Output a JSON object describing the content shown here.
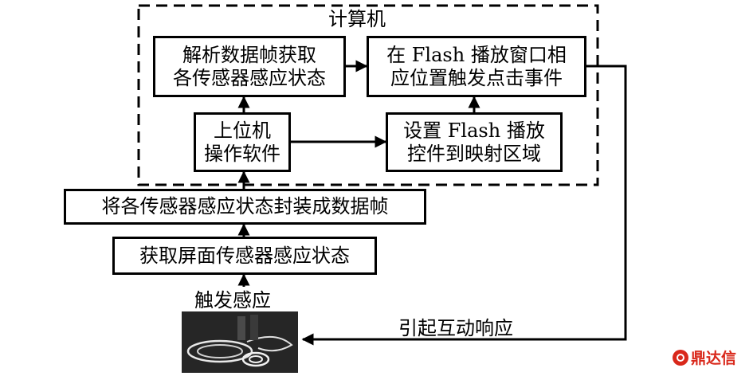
{
  "computer": {
    "title": "计算机"
  },
  "nodes": {
    "parse": {
      "line1": "解析数据帧获取",
      "line2": "各传感器感应状态"
    },
    "trigger_click": {
      "line1": "在 Flash 播放窗口相",
      "line2": "应位置触发点击事件"
    },
    "host_software": {
      "line1": "上位机",
      "line2": "操作软件"
    },
    "set_flash": {
      "line1": "设置 Flash 播放",
      "line2": "控件到映射区域"
    },
    "encapsulate": {
      "line1": "将各传感器感应状态封装成数据帧"
    },
    "acquire": {
      "line1": "获取屏面传感器感应状态"
    }
  },
  "labels": {
    "touch": "触发感应",
    "interactive_response": "引起互动响应"
  },
  "watermark": {
    "text": "鼎达信",
    "icon": "circle-logo-icon"
  },
  "colors": {
    "line": "#000000",
    "watermark": "#d9281b"
  }
}
